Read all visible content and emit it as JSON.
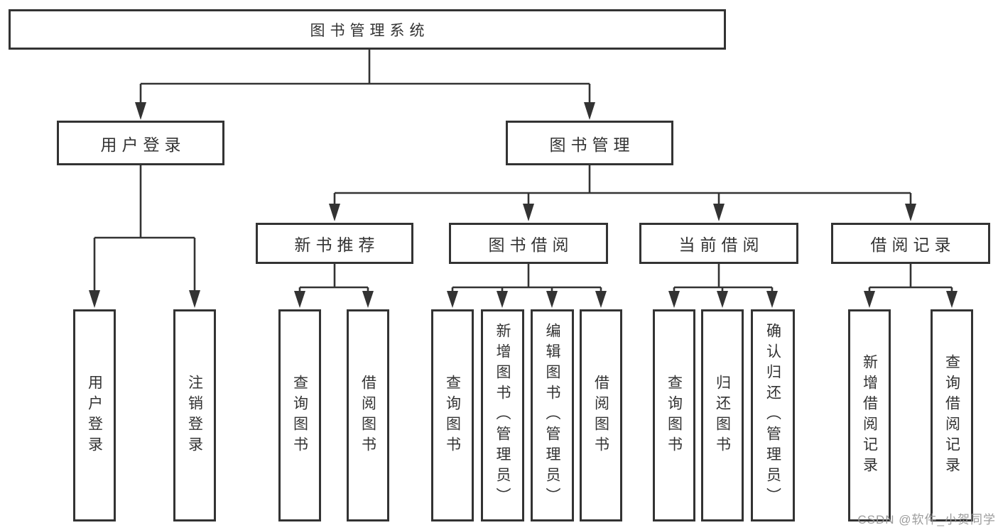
{
  "diagram_title": "图书管理系统",
  "tree": {
    "root": {
      "label": "图书管理系统"
    },
    "branches": [
      {
        "label": "用户登录",
        "children": [
          {
            "label": "用户登录"
          },
          {
            "label": "注销登录"
          }
        ]
      },
      {
        "label": "图书管理",
        "children": [
          {
            "label": "新书推荐",
            "children": [
              {
                "label": "查询图书"
              },
              {
                "label": "借阅图书"
              }
            ]
          },
          {
            "label": "图书借阅",
            "children": [
              {
                "label": "查询图书"
              },
              {
                "label": "新增图书（管理员）"
              },
              {
                "label": "编辑图书（管理员）"
              },
              {
                "label": "借阅图书"
              }
            ]
          },
          {
            "label": "当前借阅",
            "children": [
              {
                "label": "查询图书"
              },
              {
                "label": "归还图书"
              },
              {
                "label": "确认归还（管理员）"
              }
            ]
          },
          {
            "label": "借阅记录",
            "children": [
              {
                "label": "新增借阅记录"
              },
              {
                "label": "查询借阅记录"
              }
            ]
          }
        ]
      }
    ]
  },
  "watermark": "CSDN @软件_小贺同学",
  "colors": {
    "line": "#333333",
    "text": "#333333",
    "background": "#ffffff",
    "box_fill": "#ffffff",
    "watermark": "#949494"
  }
}
